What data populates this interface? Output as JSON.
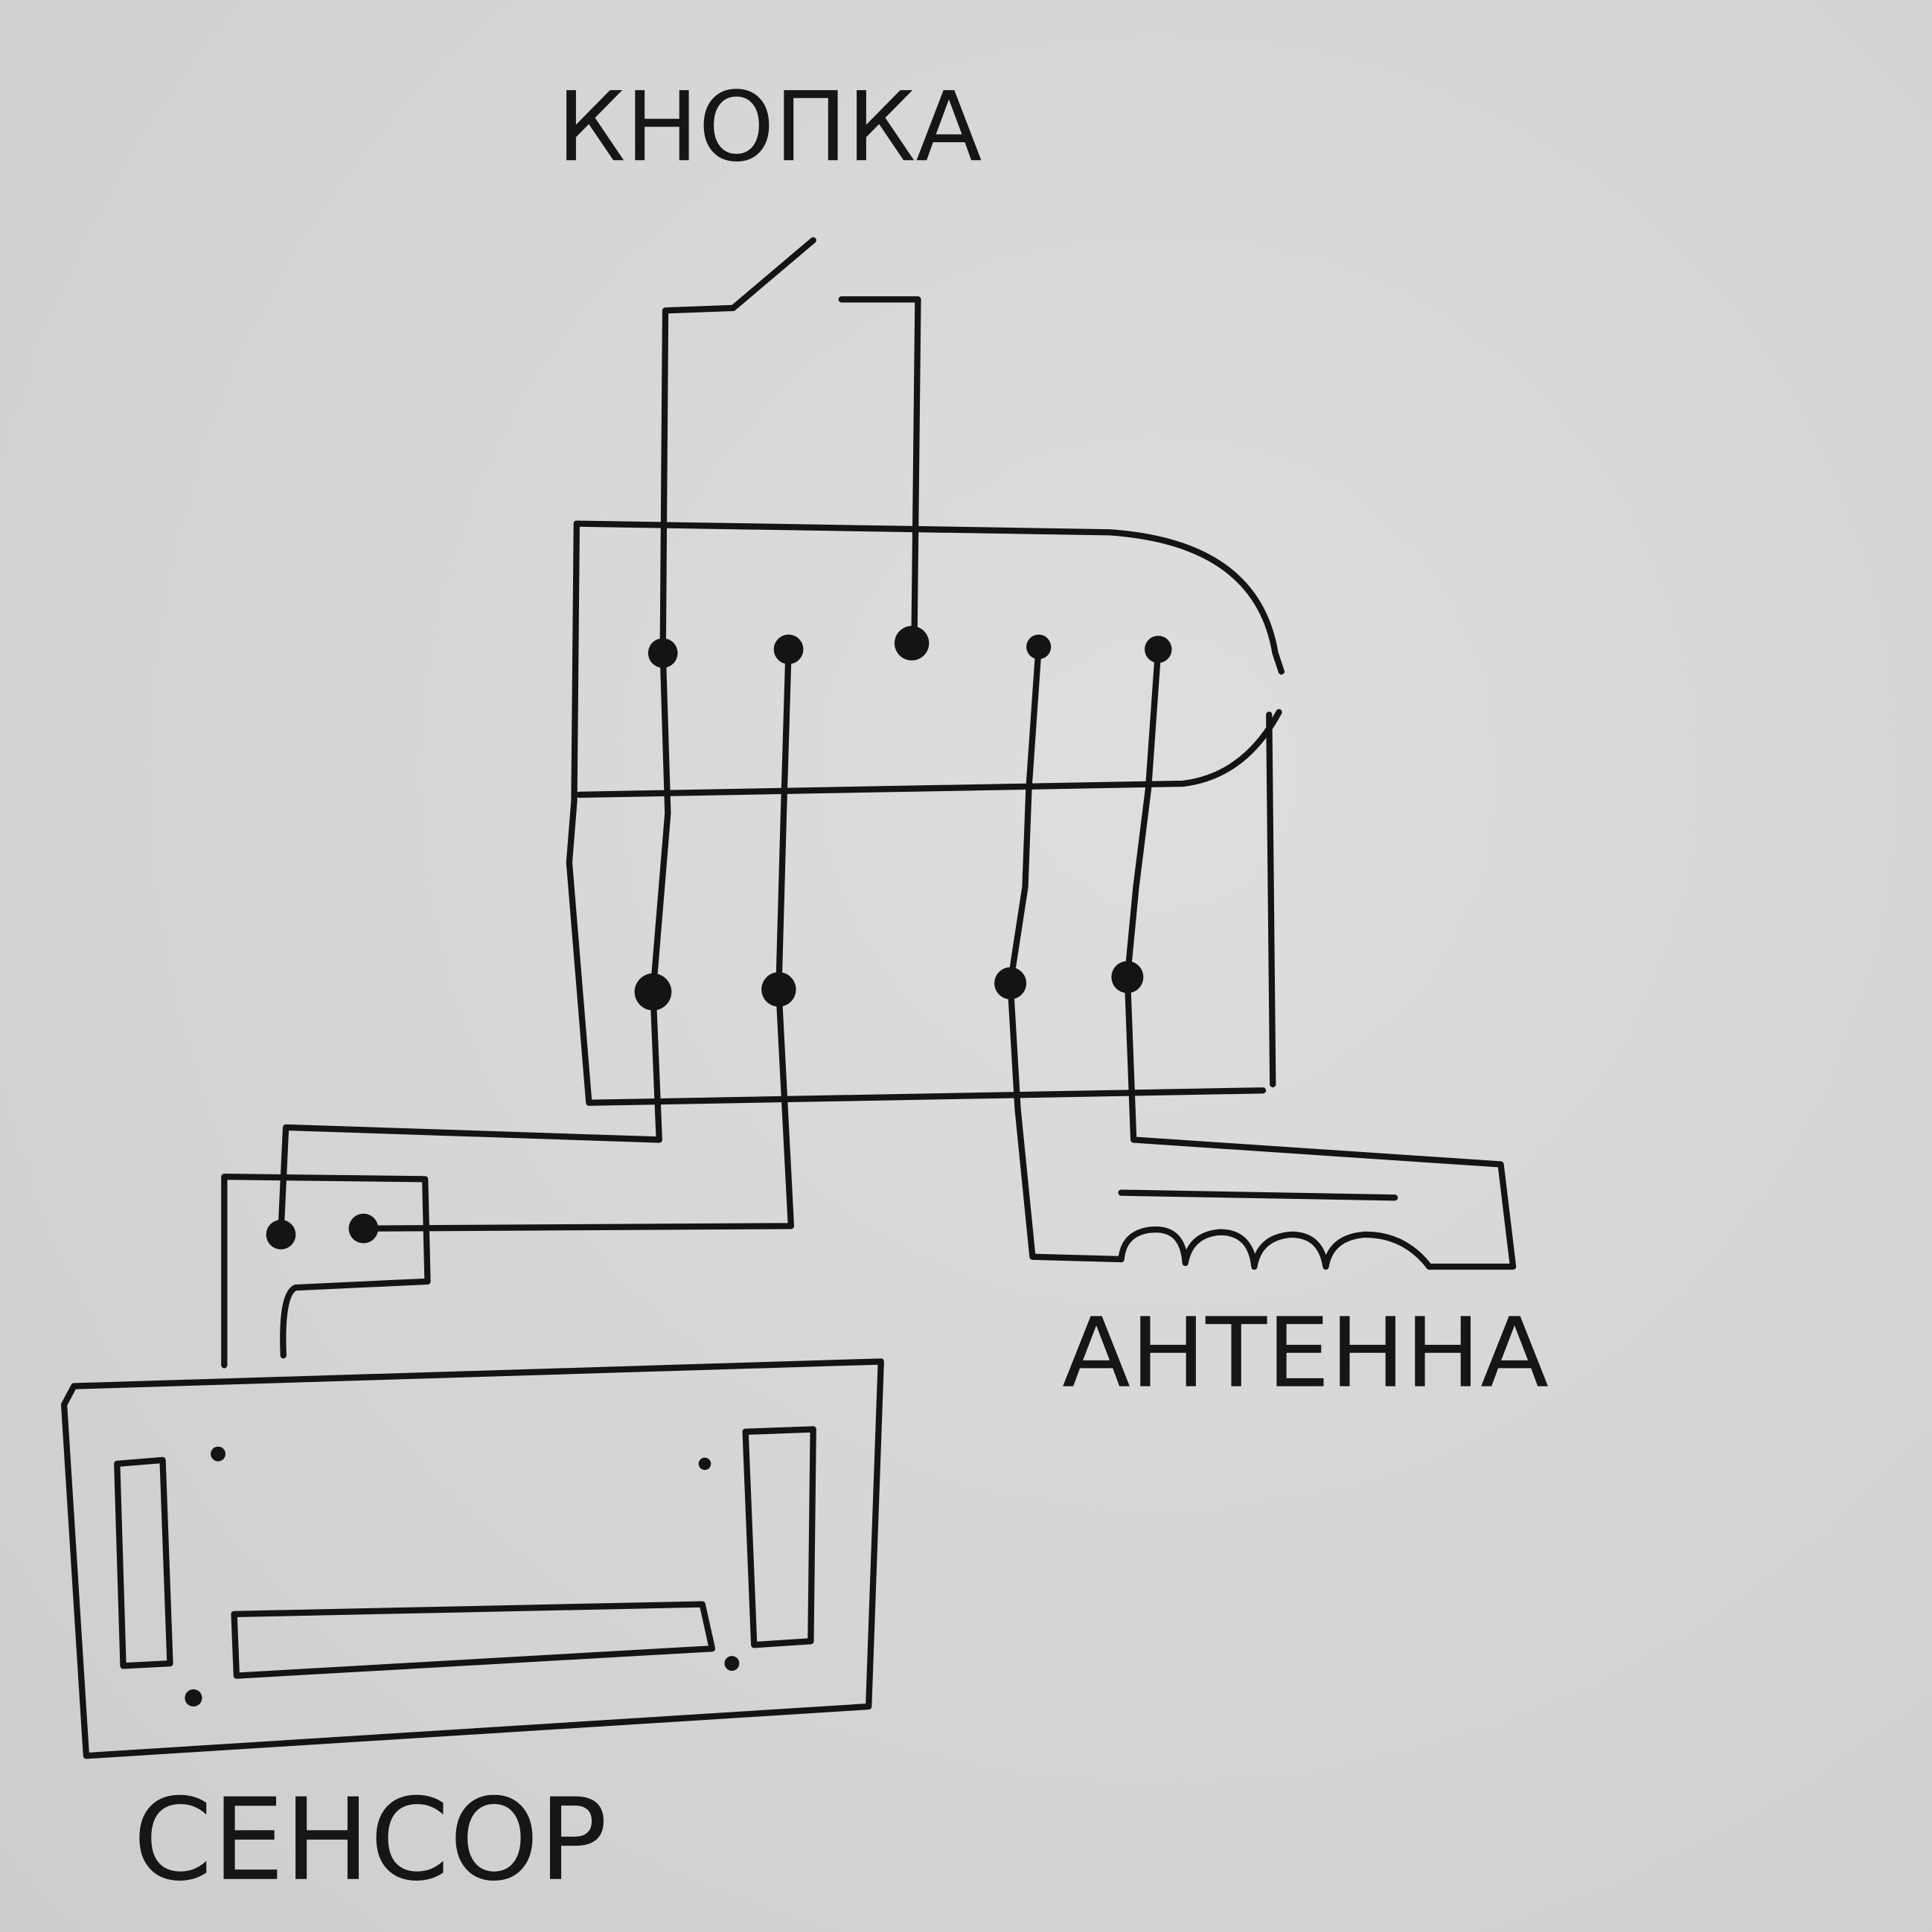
{
  "labels": {
    "button": "КНОПКА",
    "antenna": "АНТЕННА",
    "sensor": "СЕНСОР"
  },
  "colors": {
    "ink": "#141414",
    "paper": "#d4d6d6"
  }
}
